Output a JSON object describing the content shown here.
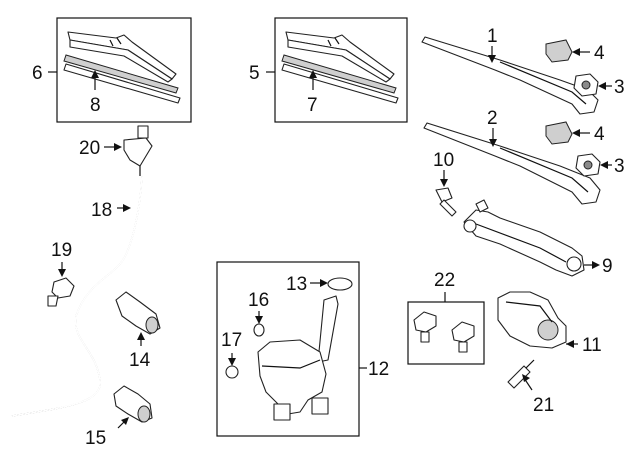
{
  "callouts": {
    "c1": "1",
    "c2": "2",
    "c3a": "3",
    "c3b": "3",
    "c4a": "4",
    "c4b": "4",
    "c5": "5",
    "c6": "6",
    "c7": "7",
    "c8": "8",
    "c9": "9",
    "c10": "10",
    "c11": "11",
    "c12": "12",
    "c13": "13",
    "c14": "14",
    "c15": "15",
    "c16": "16",
    "c17": "17",
    "c18": "18",
    "c19": "19",
    "c20": "20",
    "c21": "21",
    "c22": "22"
  },
  "colors": {
    "line": "#111111",
    "part_fill": "#ffffff",
    "shade": "#cfcfcf"
  }
}
